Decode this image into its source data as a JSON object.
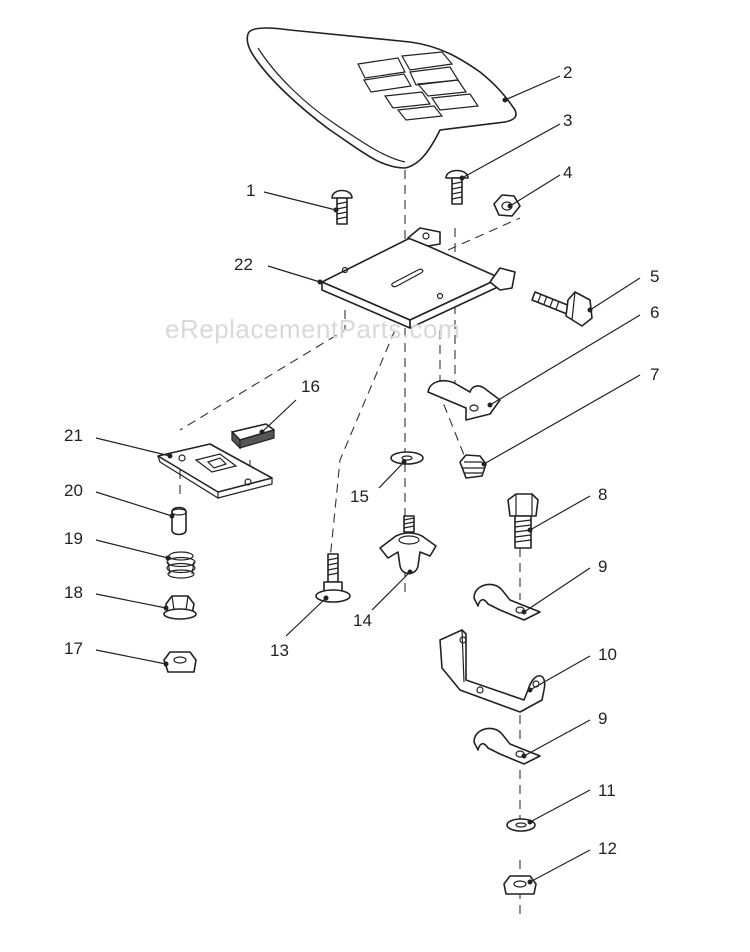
{
  "watermark": "eReplacementParts.com",
  "callouts": {
    "c1": "1",
    "c2": "2",
    "c3": "3",
    "c4": "4",
    "c5": "5",
    "c6": "6",
    "c7": "7",
    "c8": "8",
    "c9a": "9",
    "c9b": "9",
    "c10": "10",
    "c11": "11",
    "c12": "12",
    "c13": "13",
    "c14": "14",
    "c15": "15",
    "c16": "16",
    "c17": "17",
    "c18": "18",
    "c19": "19",
    "c20": "20",
    "c21": "21",
    "c22": "22"
  }
}
